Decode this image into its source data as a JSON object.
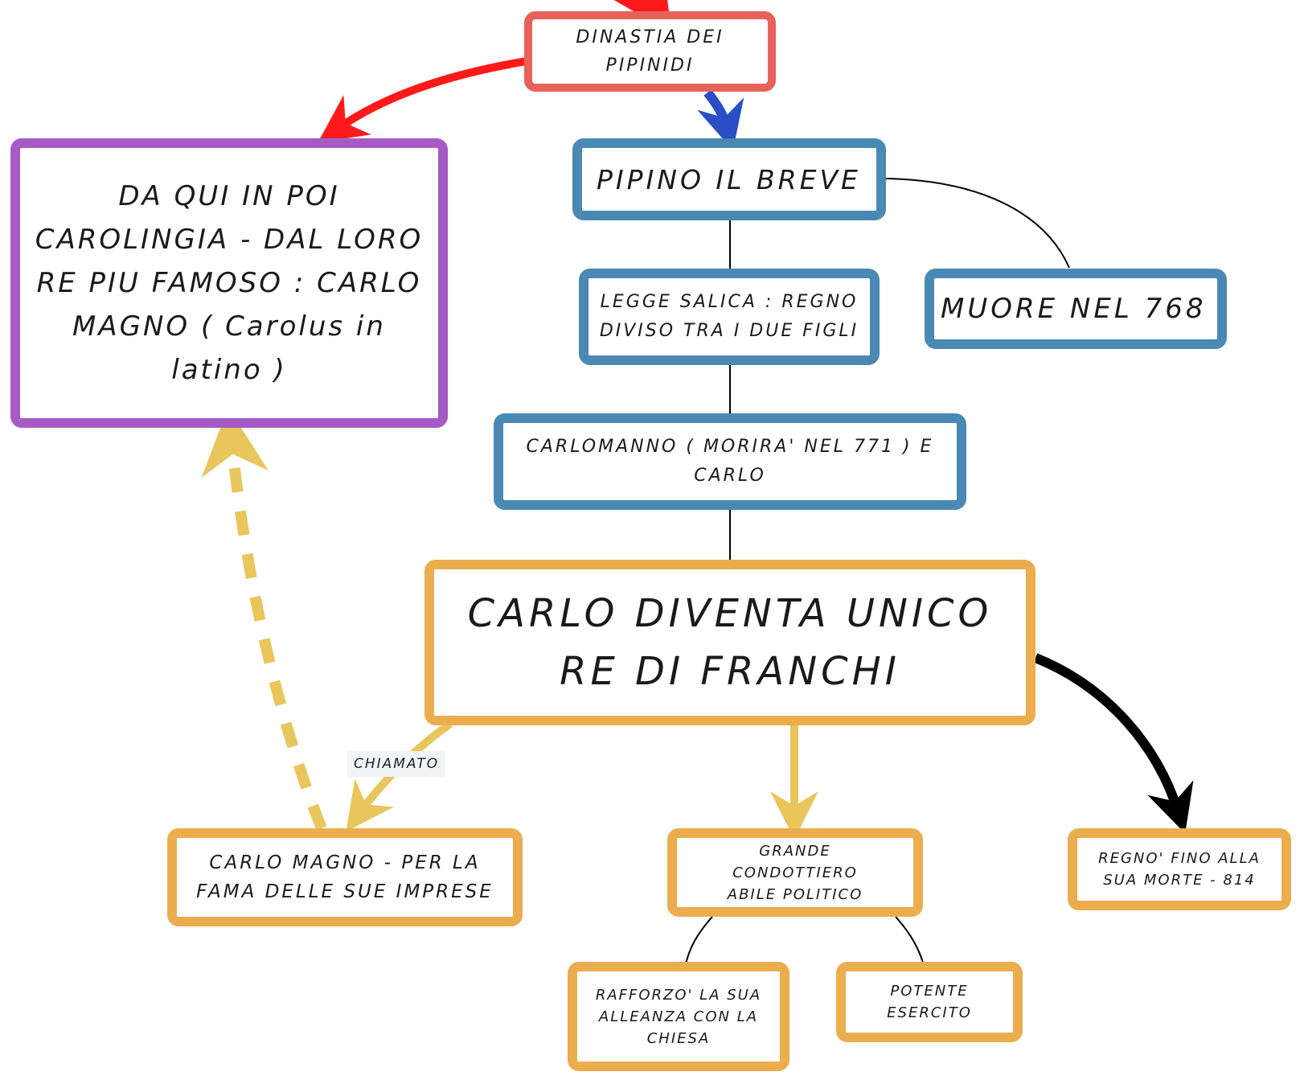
{
  "colors": {
    "red": "#e8625a",
    "blue": "#4a89b3",
    "purple": "#a65bc4",
    "orange": "#ecad4f",
    "arrow_red": "#ff1a1a",
    "arrow_blue": "#2a4ec6",
    "arrow_yellow": "#e9c65b",
    "arrow_black": "#000000"
  },
  "nodes": {
    "dinastia": "DINASTIA DEI PIPINIDI",
    "carolingia": "DA QUI IN POI CAROLINGIA - DAL LORO RE PIU FAMOSO : CARLO MAGNO  ( Carolus in latino )",
    "pipino": "PIPINO IL BREVE",
    "muore": "MUORE NEL 768",
    "legge": "LEGGE SALICA : REGNO DIVISO TRA I DUE FIGLI",
    "carlomanno": "CARLOMANNO ( MORIRA' NEL 771 )   E CARLO",
    "carlo_re": "CARLO DIVENTA UNICO RE DI FRANCHI",
    "carlo_magno": "CARLO MAGNO - PER LA FAMA DELLE SUE IMPRESE",
    "condottiero": "GRANDE CONDOTTIERO ABILE POLITICO",
    "regno": "REGNO' FINO ALLA SUA MORTE - 814",
    "rafforzo": "RAFFORZO' LA SUA ALLEANZA CON LA CHIESA",
    "esercito": "POTENTE ESERCITO"
  },
  "edge_labels": {
    "chiamato": "CHIAMATO"
  }
}
